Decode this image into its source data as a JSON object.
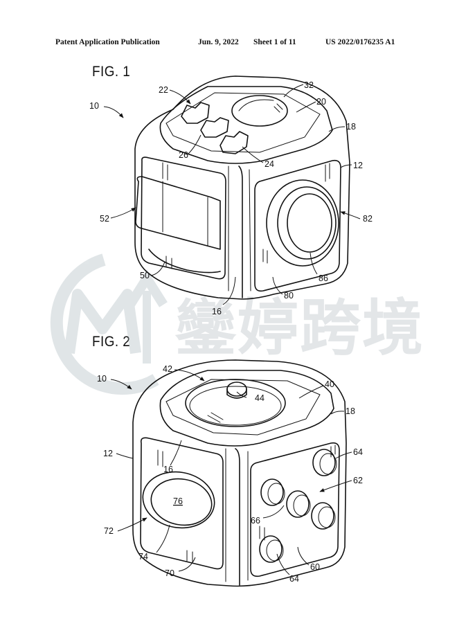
{
  "header": {
    "publication": "Patent Application Publication",
    "date": "Jun. 9, 2022",
    "sheet": "Sheet 1 of 11",
    "number": "US 2022/0176235 A1"
  },
  "figures": [
    {
      "label": "FIG. 1",
      "refs": [
        "10",
        "22",
        "32",
        "20",
        "18",
        "26",
        "24",
        "12",
        "52",
        "82",
        "50",
        "86",
        "80",
        "16"
      ]
    },
    {
      "label": "FIG. 2",
      "refs": [
        "10",
        "42",
        "40",
        "44",
        "18",
        "12",
        "16",
        "64",
        "62",
        "76",
        "66",
        "72",
        "74",
        "70",
        "60",
        "64"
      ]
    }
  ],
  "watermark": {
    "text": "鑾婷跨境",
    "color": "#aab4b9"
  }
}
